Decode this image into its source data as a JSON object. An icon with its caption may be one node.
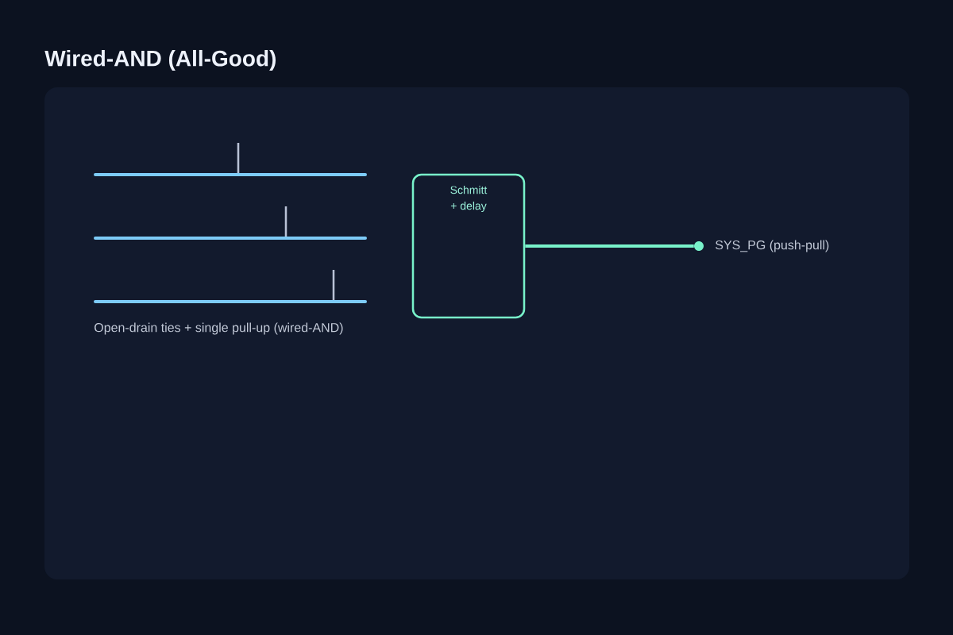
{
  "diagram": {
    "title": "Wired-AND (All-Good)",
    "nodes": [
      {
        "text": [
          "Schmitt + delay"
        ]
      },
      {
        "text": [],
        "shape": "circle",
        "beside": [
          "SYS_PG (push-pull)"
        ]
      }
    ],
    "edges": [
      {
        "from": 0,
        "to": 1,
        "arrow": "none"
      }
    ],
    "labels": [
      "Open-drain ties + single pull-up (wired-AND)"
    ]
  }
}
